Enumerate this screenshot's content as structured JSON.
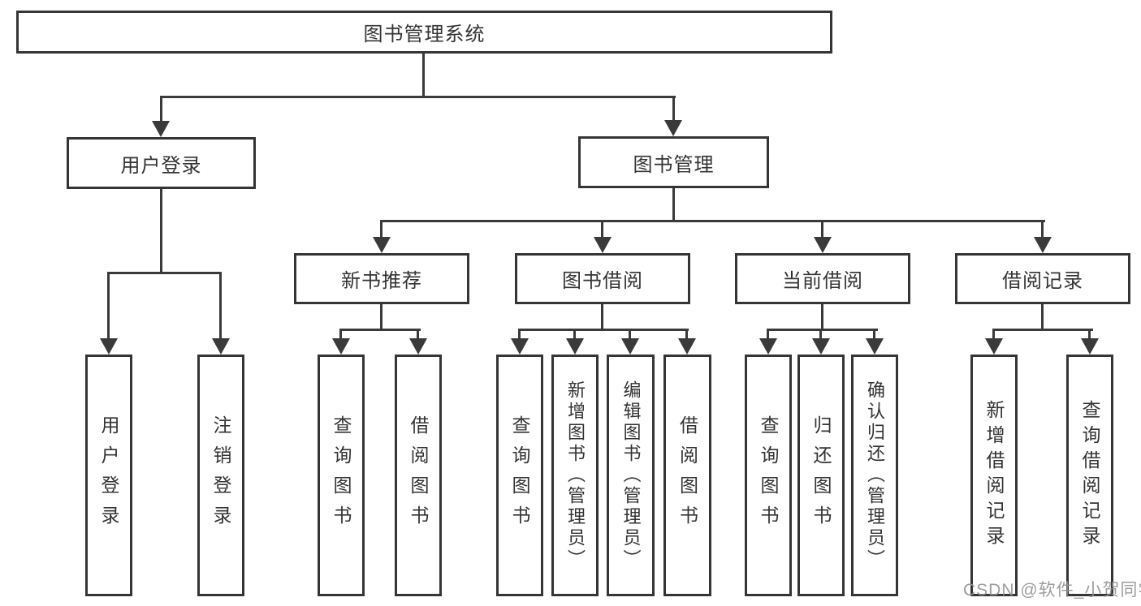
{
  "diagram": {
    "root": "图书管理系统",
    "level1": [
      "用户登录",
      "图书管理"
    ],
    "level2": [
      "新书推荐",
      "图书借阅",
      "当前借阅",
      "借阅记录"
    ],
    "leaves": [
      "用户登录",
      "注销登录",
      "查询图书",
      "借阅图书",
      "查询图书",
      "新增图书（管理员）",
      "编辑图书（管理员）",
      "借阅图书",
      "查询图书",
      "归还图书",
      "确认归还（管理员）",
      "新增借阅记录",
      "查询借阅记录"
    ]
  },
  "watermark": "CSDN @软件_小贺同学",
  "colors": {
    "line": "#3a3a3a",
    "border": "#353535",
    "text": "#333333",
    "watermark": "#949494",
    "background": "#ffffff"
  }
}
